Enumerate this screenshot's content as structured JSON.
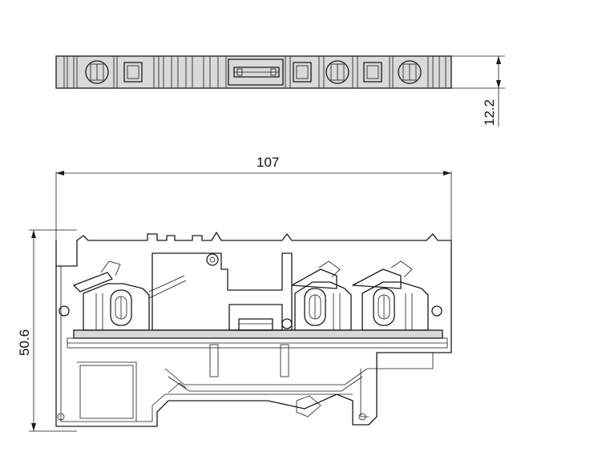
{
  "dimensions": {
    "thickness": "12.2",
    "length": "107",
    "height": "50.6"
  }
}
